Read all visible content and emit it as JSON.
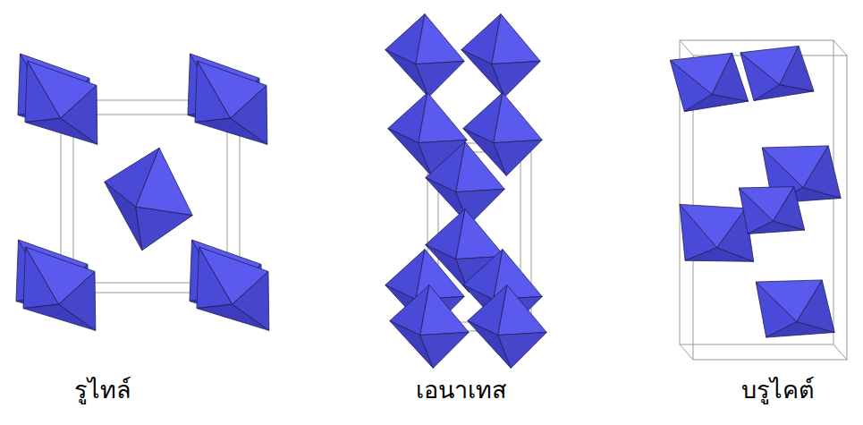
{
  "diagram": {
    "labels": [
      "รูไทล์",
      "เอนาเทส",
      "บรูไคต์"
    ]
  }
}
